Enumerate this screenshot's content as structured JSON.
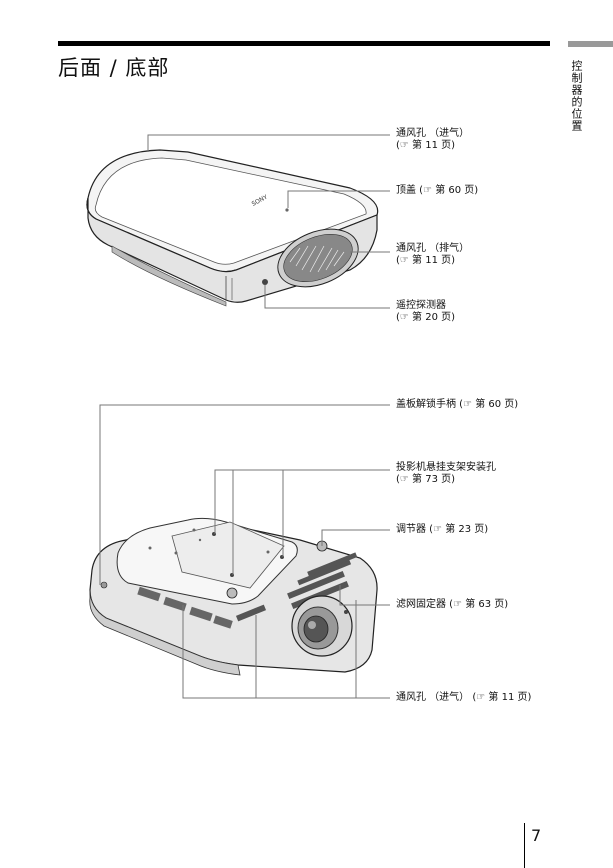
{
  "page": {
    "title": "后面 / 底部",
    "side_label": "控制器的位置",
    "page_number": "7"
  },
  "callouts_top": [
    {
      "line1": "通风孔 （进气）",
      "line2": "(☞ 第 11 页)"
    },
    {
      "line1": "顶盖 (☞ 第 60 页)",
      "line2": ""
    },
    {
      "line1": "通风孔 （排气）",
      "line2": "(☞ 第 11 页)"
    },
    {
      "line1": "遥控探测器",
      "line2": "(☞ 第 20 页)"
    }
  ],
  "callouts_bottom": [
    {
      "line1": "盖板解锁手柄 (☞ 第 60 页)",
      "line2": ""
    },
    {
      "line1": "投影机悬挂支架安装孔",
      "line2": "(☞ 第 73 页)"
    },
    {
      "line1": "调节器 (☞ 第 23 页)",
      "line2": ""
    },
    {
      "line1": "滤网固定器 (☞ 第 63 页)",
      "line2": ""
    },
    {
      "line1": "通风孔 （进气） (☞ 第 11 页)",
      "line2": ""
    }
  ],
  "logo_text": "SONY"
}
